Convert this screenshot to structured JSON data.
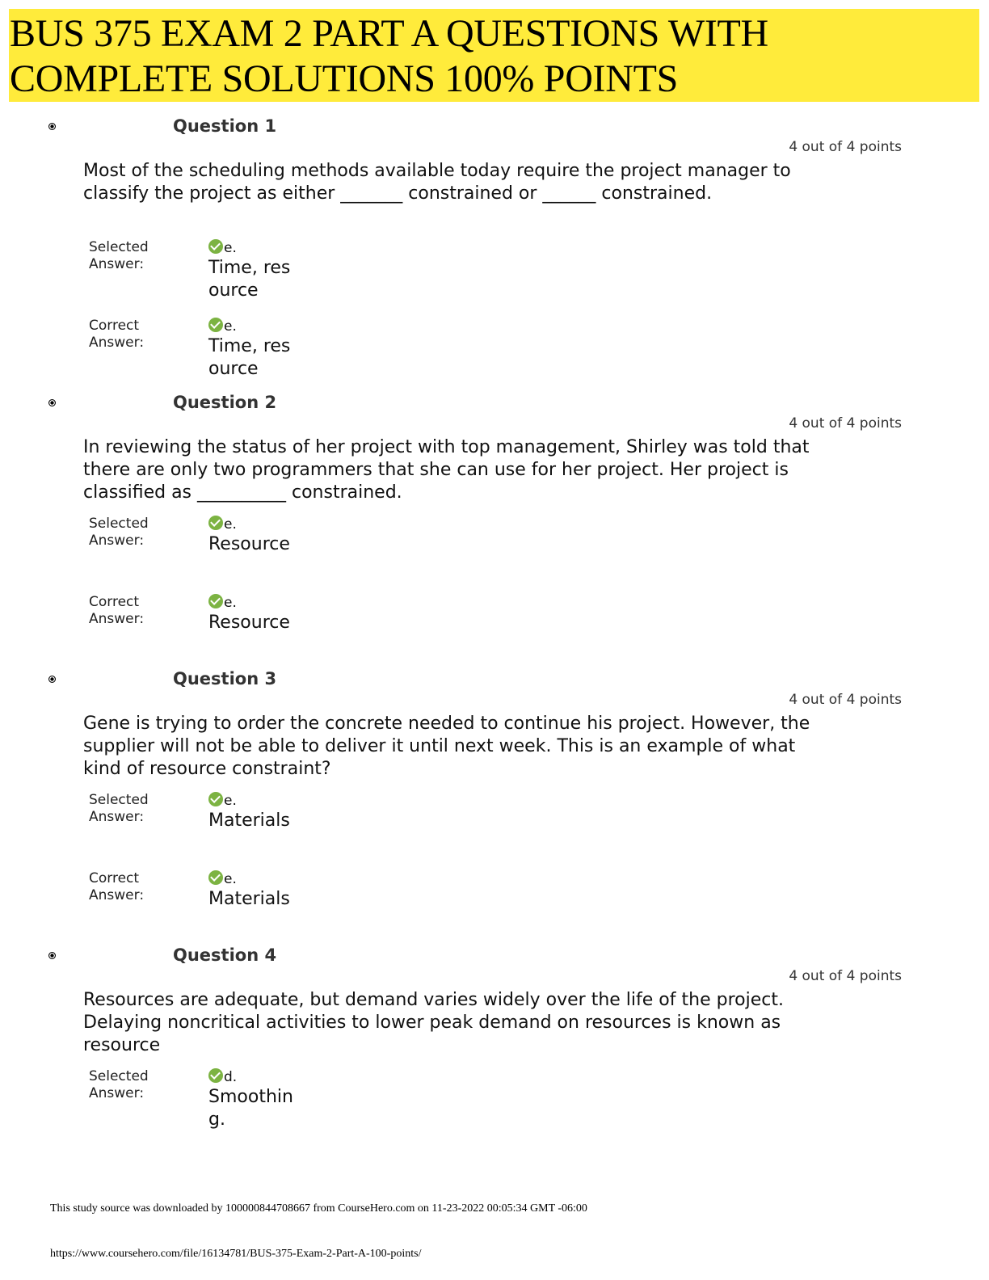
{
  "header": {
    "title_line1": "BUS 375 EXAM 2 PART A  QUESTIONS WITH",
    "title_line2": "COMPLETE SOLUTIONS 100% POINTS",
    "banner_color": "#ffeb3b"
  },
  "questions": [
    {
      "title": "Question 1",
      "points": "4 out of 4 points",
      "text": "Most of the scheduling methods available today require the project manager to classify the project as either _______ constrained or ______ constrained.",
      "selected_label": "Selected Answer:",
      "selected_letter": "e.",
      "selected_text": "Time, resource",
      "correct_label": "Correct Answer:",
      "correct_letter": "e.",
      "correct_text": "Time, resource"
    },
    {
      "title": "Question 2",
      "points": "4 out of 4 points",
      "text": "In reviewing the status of her project with top management, Shirley was told that there are only two programmers that she can use for her project. Her project is classified as __________ constrained.",
      "selected_label": "Selected Answer:",
      "selected_letter": "e.",
      "selected_text": "Resource",
      "correct_label": "Correct Answer:",
      "correct_letter": "e.",
      "correct_text": "Resource"
    },
    {
      "title": "Question 3",
      "points": "4 out of 4 points",
      "text": "Gene is trying to order the concrete needed to continue his project. However, the supplier will not be able to deliver it until next week. This is an example of what kind of resource constraint?",
      "selected_label": "Selected Answer:",
      "selected_letter": "e.",
      "selected_text": "Materials",
      "correct_label": "Correct Answer:",
      "correct_letter": "e.",
      "correct_text": "Materials"
    },
    {
      "title": "Question 4",
      "points": "4 out of 4 points",
      "text": "Resources are adequate, but demand varies widely over the life of the project. Delaying noncritical activities to lower peak demand on resources is known as resource",
      "selected_label": "Selected Answer:",
      "selected_letter": "d.",
      "selected_text": "Smoothing."
    }
  ],
  "footer": {
    "source_note": "This study source was downloaded by 100000844708667 from CourseHero.com on 11-23-2022 00:05:34 GMT -06:00",
    "url": "https://www.coursehero.com/file/16134781/BUS-375-Exam-2-Part-A-100-points/"
  },
  "icons": {
    "answer_check": "check-circle-icon",
    "check_color": "#7cb342"
  }
}
